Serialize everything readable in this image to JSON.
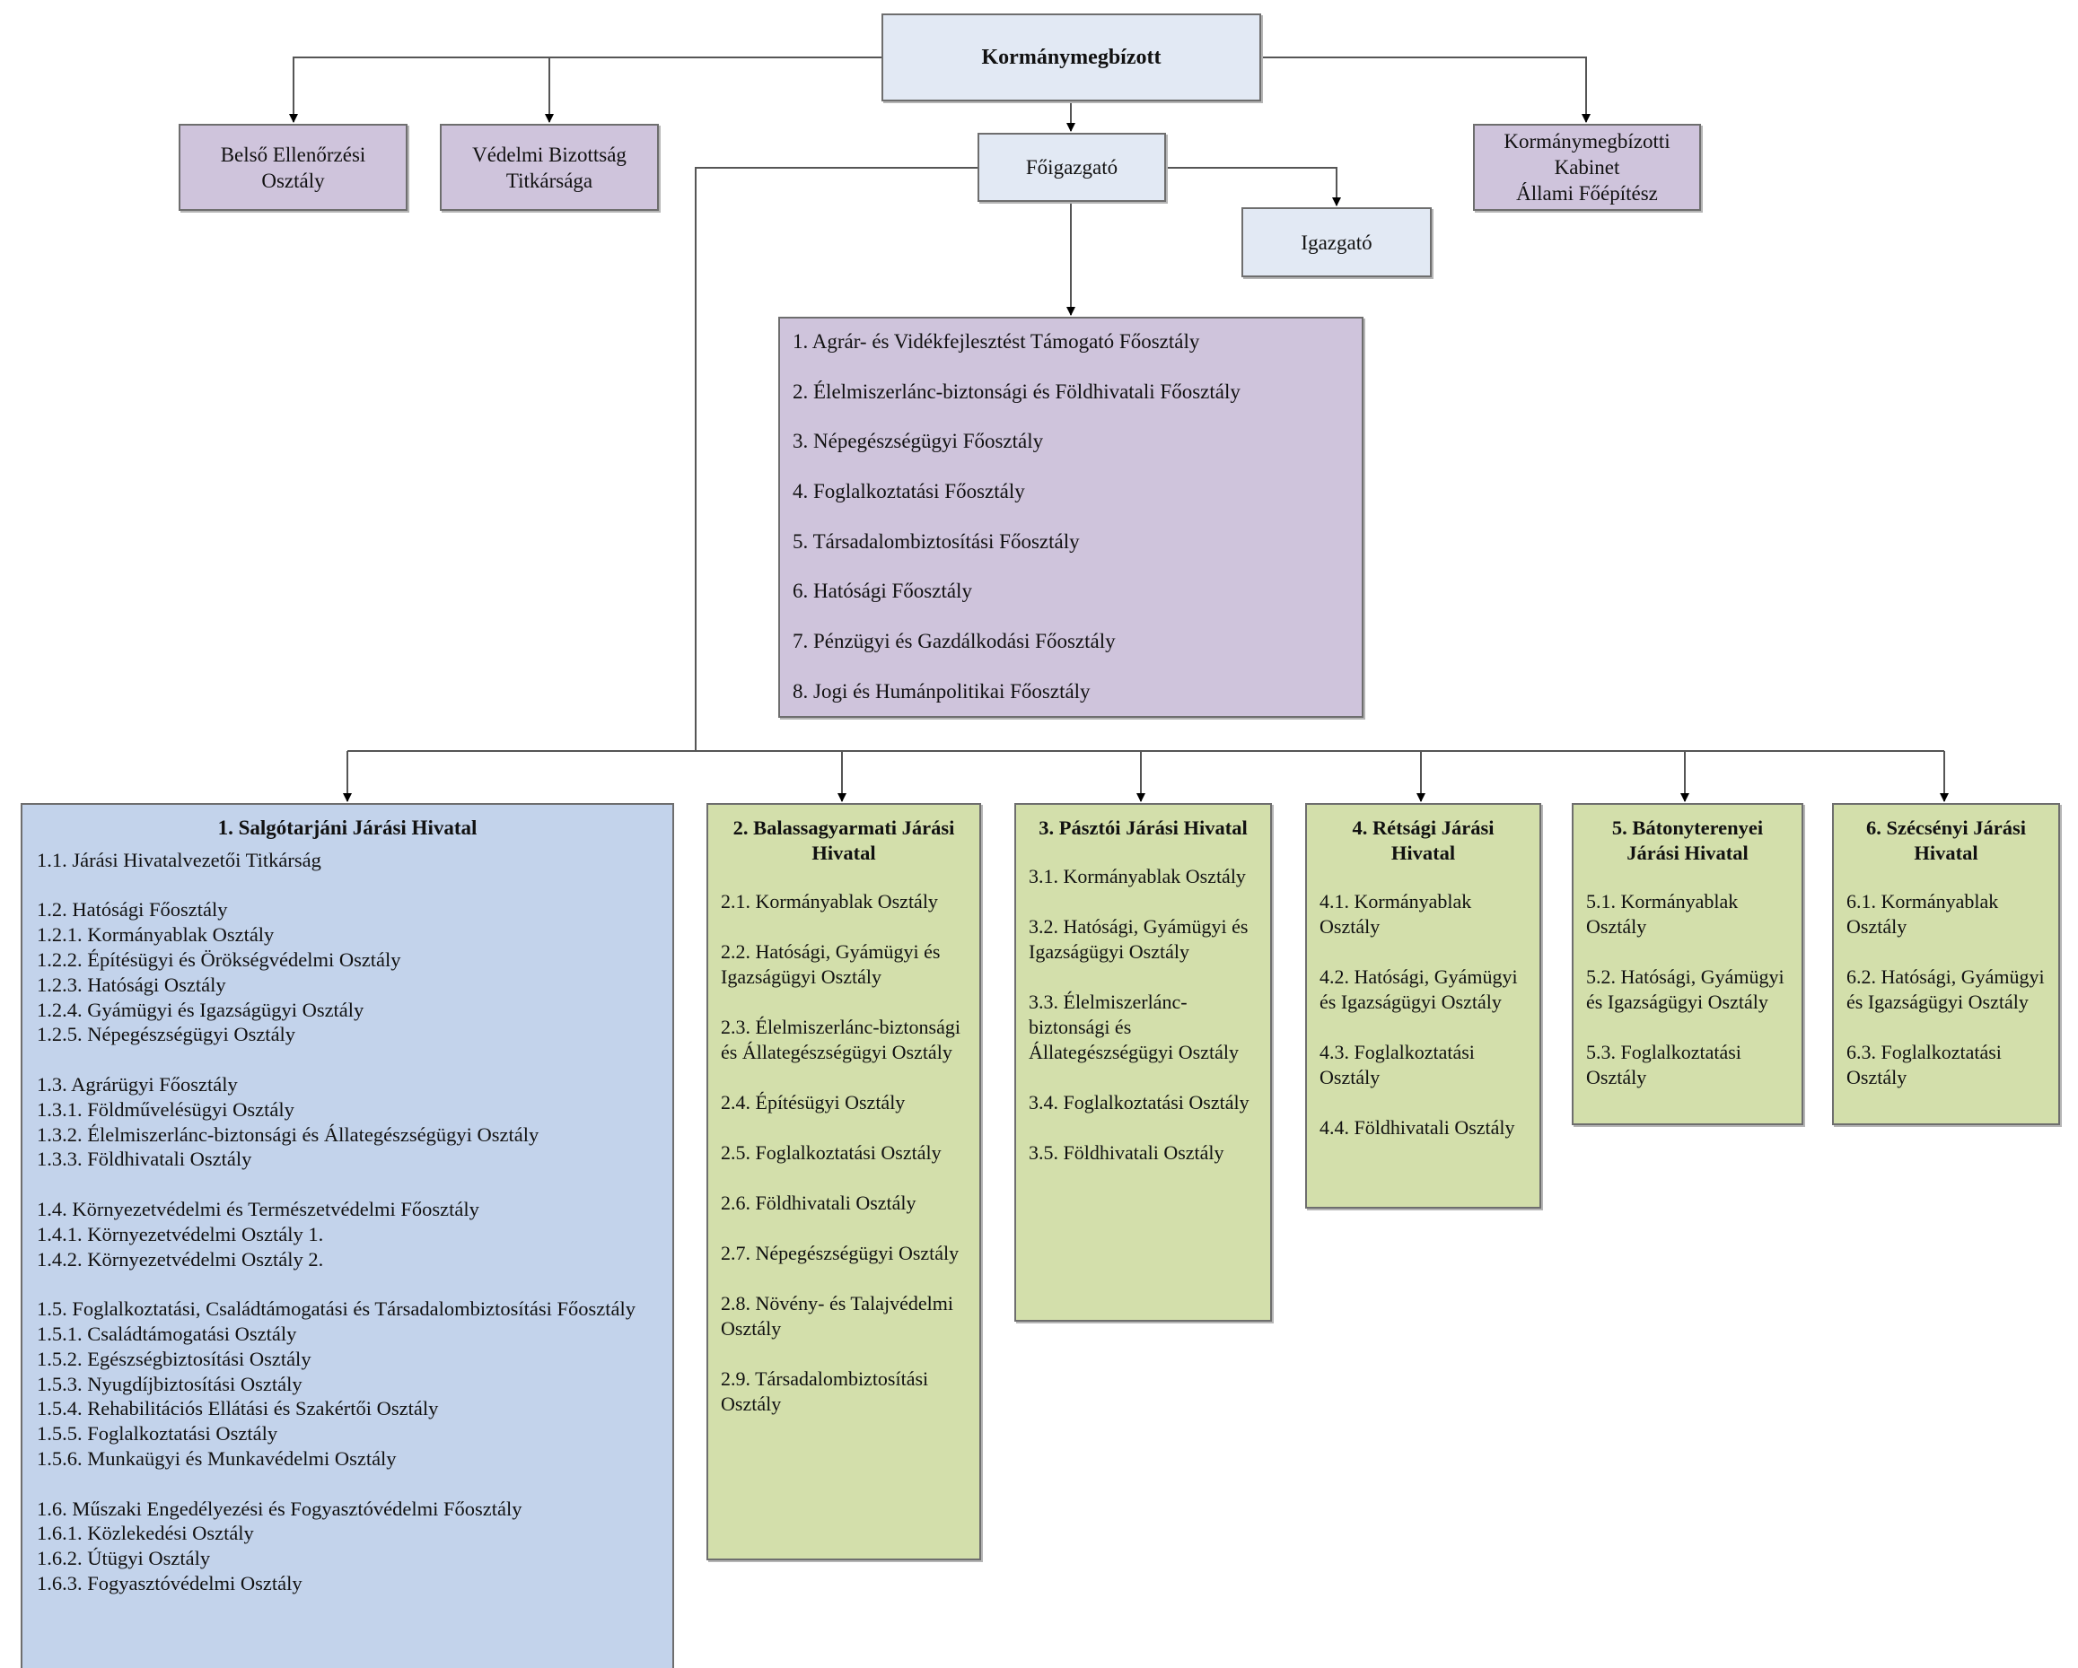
{
  "top": {
    "label": "Kormánymegbízott"
  },
  "belso": {
    "label": "Belső Ellenőrzési Osztály"
  },
  "vedelmi": {
    "label": "Védelmi Bizottság Titkársága"
  },
  "kabinet": {
    "line1": "Kormánymegbízotti",
    "line2": "Kabinet",
    "line3": "Állami Főépítész"
  },
  "foigazgato": {
    "label": "Főigazgató"
  },
  "igazgato": {
    "label": "Igazgató"
  },
  "main_departments": [
    "1. Agrár- és Vidékfejlesztést Támogató Főosztály",
    "2. Élelmiszerlánc-biztonsági és Földhivatali Főosztály",
    "3. Népegészségügyi Főosztály",
    "4. Foglalkoztatási Főosztály",
    "5. Társadalombiztosítási Főosztály",
    "6. Hatósági Főosztály",
    "7. Pénzügyi és Gazdálkodási Főosztály",
    "8. Jogi és Humánpolitikai Főosztály"
  ],
  "district1": {
    "title": "1. Salgótarjáni Járási Hivatal",
    "groups": [
      [
        "1.1. Járási Hivatalvezetői Titkárság"
      ],
      [
        "1.2. Hatósági Főosztály",
        "1.2.1. Kormányablak Osztály",
        "1.2.2. Építésügyi és Örökségvédelmi Osztály",
        "1.2.3. Hatósági Osztály",
        "1.2.4. Gyámügyi és Igazságügyi Osztály",
        "1.2.5. Népegészségügyi Osztály"
      ],
      [
        "1.3. Agrárügyi Főosztály",
        "1.3.1. Földművelésügyi Osztály",
        "1.3.2. Élelmiszerlánc-biztonsági és Állategészségügyi Osztály",
        "1.3.3. Földhivatali Osztály"
      ],
      [
        "1.4. Környezetvédelmi és Természetvédelmi Főosztály",
        "1.4.1. Környezetvédelmi Osztály 1.",
        "1.4.2. Környezetvédelmi Osztály 2."
      ],
      [
        "1.5.  Foglalkoztatási, Családtámogatási és Társadalombiztosítási Főosztály",
        "1.5.1. Családtámogatási Osztály",
        "1.5.2. Egészségbiztosítási Osztály",
        "1.5.3. Nyugdíjbiztosítási Osztály",
        "1.5.4. Rehabilitációs Ellátási és Szakértői Osztály",
        "1.5.5. Foglalkoztatási Osztály",
        "1.5.6. Munkaügyi és Munkavédelmi Osztály"
      ],
      [
        "1.6. Műszaki Engedélyezési és Fogyasztóvédelmi Főosztály",
        "1.6.1. Közlekedési Osztály",
        "1.6.2. Útügyi Osztály",
        "1.6.3. Fogyasztóvédelmi Osztály"
      ]
    ]
  },
  "district2": {
    "title": "2. Balassagyarmati Járási Hivatal",
    "items": [
      "2.1. Kormányablak Osztály",
      "2.2. Hatósági, Gyámügyi és Igazságügyi Osztály",
      "2.3. Élelmiszerlánc-biztonsági és Állategészségügyi Osztály",
      "2.4. Építésügyi Osztály",
      "2.5. Foglalkoztatási Osztály",
      "2.6. Földhivatali Osztály",
      "2.7. Népegészségügyi Osztály",
      "2.8. Növény- és Talajvédelmi Osztály",
      "2.9. Társadalombiztosítási Osztály"
    ]
  },
  "district3": {
    "title": "3. Pásztói Járási Hivatal",
    "items": [
      "3.1. Kormányablak Osztály",
      "3.2. Hatósági, Gyámügyi és Igazságügyi Osztály",
      "3.3. Élelmiszerlánc-biztonsági és Állategészségügyi Osztály",
      "3.4. Foglalkoztatási Osztály",
      "3.5. Földhivatali Osztály"
    ]
  },
  "district4": {
    "title": "4. Rétsági Járási Hivatal",
    "items": [
      "4.1. Kormányablak Osztály",
      "4.2. Hatósági, Gyámügyi és Igazságügyi Osztály",
      "4.3. Foglalkoztatási Osztály",
      "4.4. Földhivatali Osztály"
    ]
  },
  "district5": {
    "title": "5. Bátonyterenyei Járási Hivatal",
    "items": [
      "5.1. Kormányablak Osztály",
      "5.2. Hatósági, Gyámügyi és Igazságügyi Osztály",
      "5.3. Foglalkoztatási Osztály"
    ]
  },
  "district6": {
    "title": "6. Szécsényi Járási Hivatal",
    "items": [
      "6.1. Kormányablak Osztály",
      "6.2. Hatósági, Gyámügyi és Igazságügyi Osztály",
      "6.3. Foglalkoztatási Osztály"
    ]
  }
}
